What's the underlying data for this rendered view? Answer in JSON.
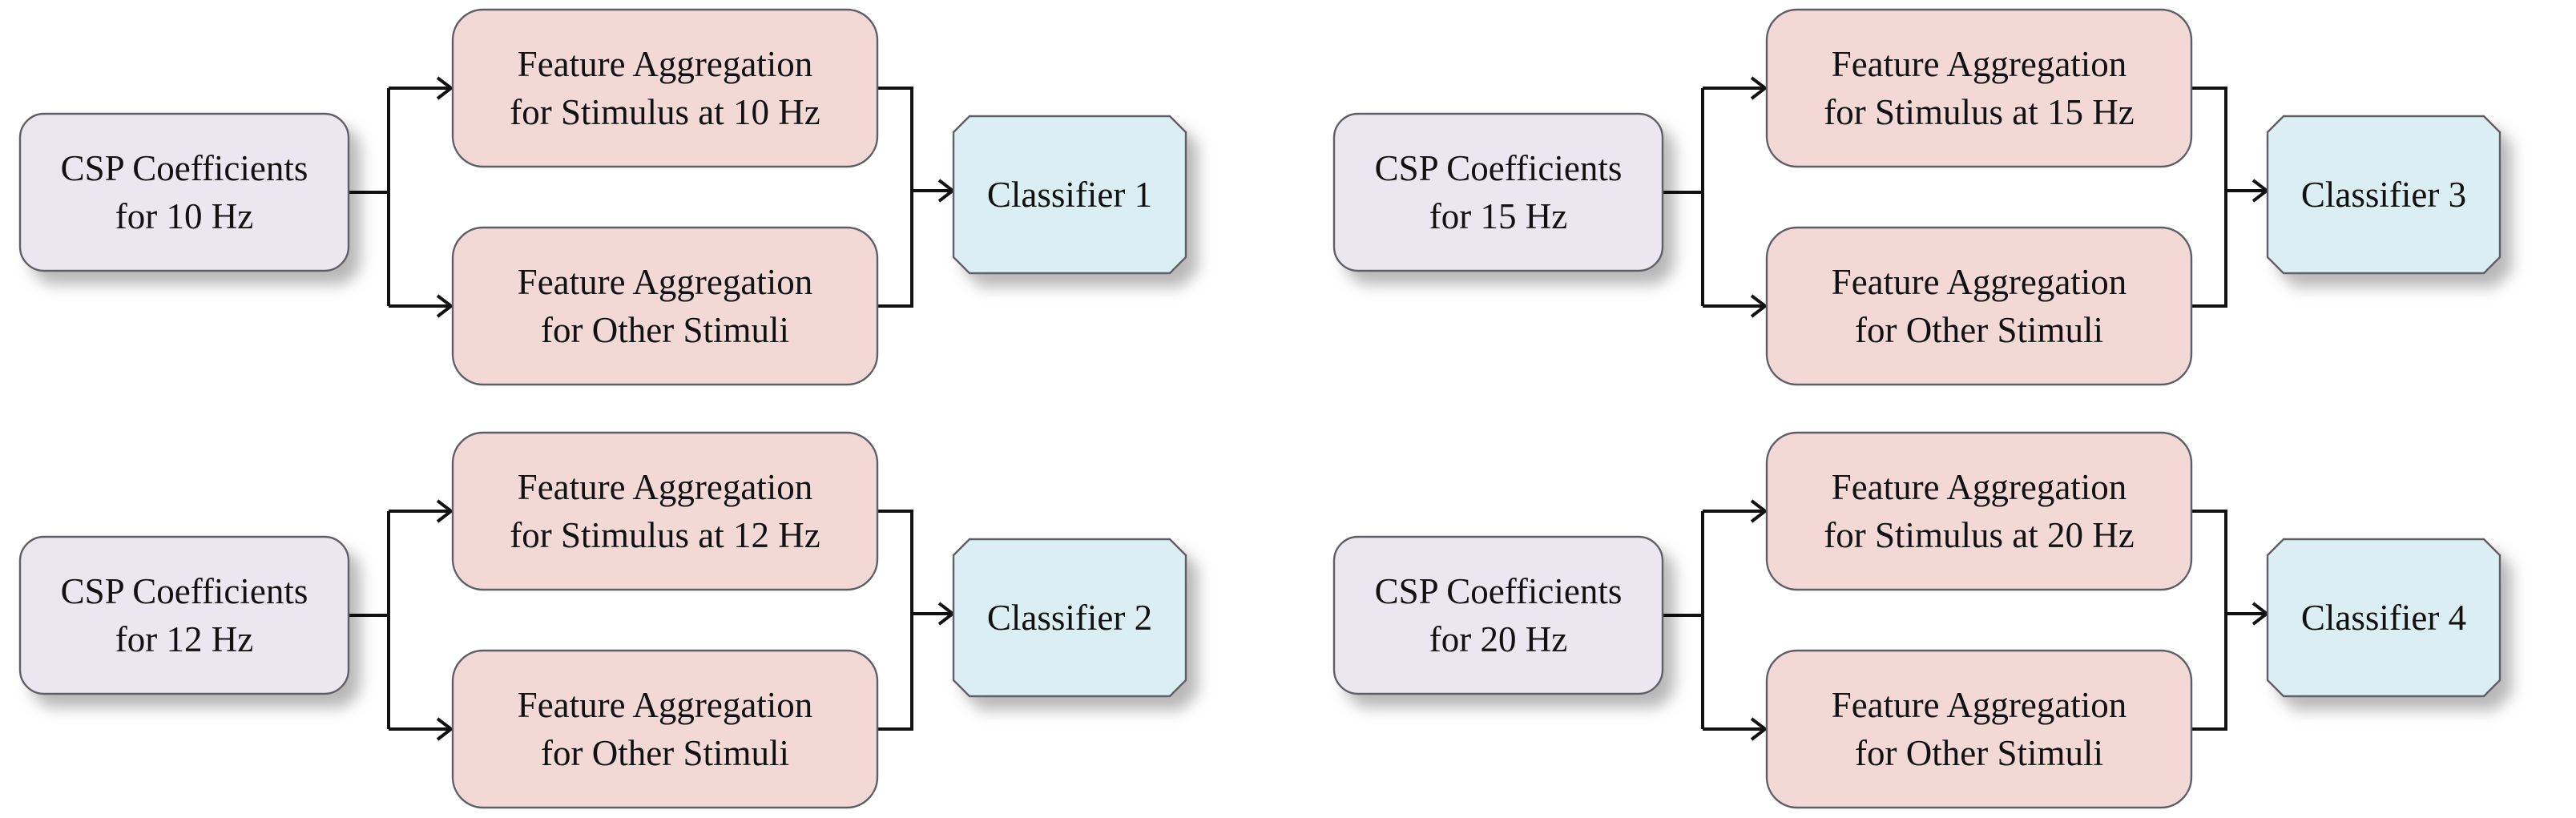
{
  "blocks": [
    {
      "csp": {
        "line1": "CSP Coefficients",
        "line2": "for 10 Hz"
      },
      "agg_target": {
        "line1": "Feature Aggregation",
        "line2": "for Stimulus at 10 Hz"
      },
      "agg_other": {
        "line1": "Feature Aggregation",
        "line2": "for Other Stimuli"
      },
      "classifier": "Classifier 1"
    },
    {
      "csp": {
        "line1": "CSP Coefficients",
        "line2": "for 12 Hz"
      },
      "agg_target": {
        "line1": "Feature Aggregation",
        "line2": "for Stimulus at 12 Hz"
      },
      "agg_other": {
        "line1": "Feature Aggregation",
        "line2": "for Other Stimuli"
      },
      "classifier": "Classifier 2"
    },
    {
      "csp": {
        "line1": "CSP Coefficients",
        "line2": "for 15 Hz"
      },
      "agg_target": {
        "line1": "Feature Aggregation",
        "line2": "for Stimulus at 15 Hz"
      },
      "agg_other": {
        "line1": "Feature Aggregation",
        "line2": "for Other Stimuli"
      },
      "classifier": "Classifier 3"
    },
    {
      "csp": {
        "line1": "CSP Coefficients",
        "line2": "for 20 Hz"
      },
      "agg_target": {
        "line1": "Feature Aggregation",
        "line2": "for Stimulus at 20 Hz"
      },
      "agg_other": {
        "line1": "Feature Aggregation",
        "line2": "for Other Stimuli"
      },
      "classifier": "Classifier 4"
    }
  ]
}
